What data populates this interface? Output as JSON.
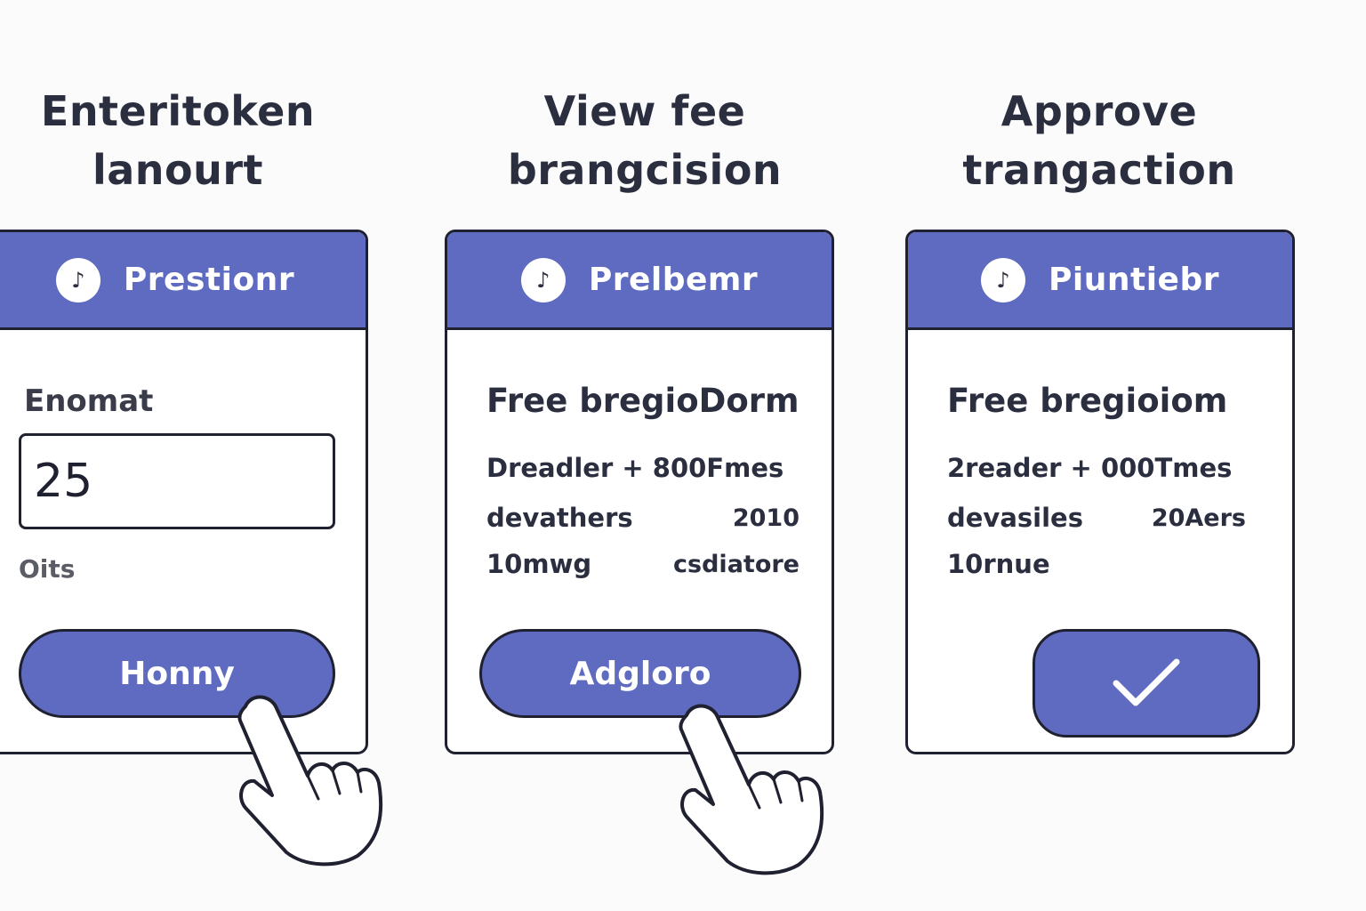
{
  "steps": [
    {
      "title_line1": "Enteritoken",
      "title_line2": "lanourt",
      "header_title": "Prestionr",
      "header_icon_glyph": "♪",
      "field_label": "Enomat",
      "amount_value": "25",
      "helper_text": "Oits",
      "button_label": "Honny"
    },
    {
      "title_line1": "View fee",
      "title_line2": "brangcision",
      "header_title": "Prelbemr",
      "header_icon_glyph": "♪",
      "fee_heading": "Free bregioDorm",
      "fee_line1": "Dreadler + 800Fmes",
      "fee_line2_left": "devathers",
      "fee_line2_right": "2010",
      "fee_line3_left": "10mwg",
      "fee_line3_right": "csdiatore",
      "button_label": "Adgloro"
    },
    {
      "title_line1": "Approve",
      "title_line2": "trangaction",
      "header_title": "Piuntiebr",
      "header_icon_glyph": "♪",
      "fee_heading": "Free bregioiom",
      "fee_line1": "2reader + 000Tmes",
      "fee_line2_left": "devasiles",
      "fee_line2_right": "20Aers",
      "fee_line3_left": "10rnue",
      "button_icon": "checkmark-icon"
    }
  ],
  "colors": {
    "accent": "#5e6bc0",
    "outline": "#1f2130",
    "text_dark": "#2b2e3f",
    "background": "#fbfbfc"
  }
}
